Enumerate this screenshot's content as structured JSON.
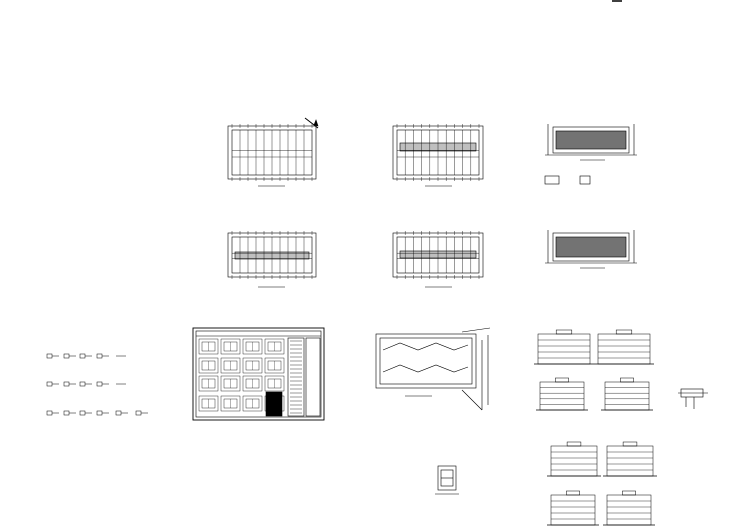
{
  "drawing": {
    "background": "#ffffff",
    "ink": "#000000",
    "sheets": [
      {
        "id": "plan-top-1",
        "kind": "floor-plan"
      },
      {
        "id": "plan-top-2",
        "kind": "floor-plan"
      },
      {
        "id": "elevation-top",
        "kind": "elevation"
      },
      {
        "id": "plan-mid-1",
        "kind": "floor-plan"
      },
      {
        "id": "plan-mid-2",
        "kind": "floor-plan"
      },
      {
        "id": "elevation-mid",
        "kind": "elevation"
      },
      {
        "id": "legend-symbols",
        "kind": "legend"
      },
      {
        "id": "door-window-schedule",
        "kind": "schedule-sheet"
      },
      {
        "id": "roof-plan",
        "kind": "roof-plan"
      },
      {
        "id": "section-group-1",
        "kind": "section"
      },
      {
        "id": "section-group-2",
        "kind": "section"
      },
      {
        "id": "detail-small",
        "kind": "detail"
      },
      {
        "id": "detail-node",
        "kind": "detail"
      }
    ]
  }
}
